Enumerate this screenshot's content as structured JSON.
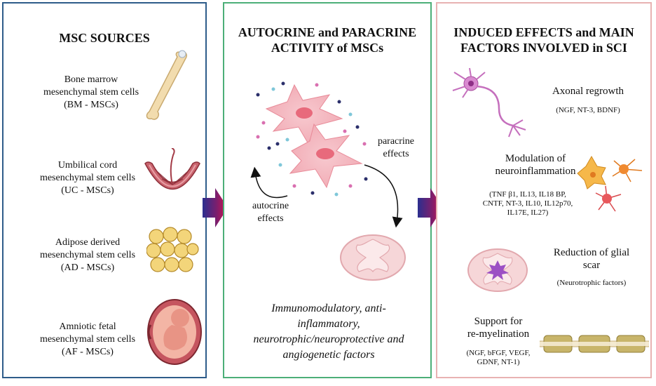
{
  "panels": {
    "sources": {
      "title": "MSC SOURCES",
      "items": [
        {
          "line1": "Bone marrow",
          "line2": "mesenchymal stem cells",
          "line3": "(BM - MSCs)",
          "icon": "bone-icon"
        },
        {
          "line1": "Umbilical cord",
          "line2": "mesenchymal stem cells",
          "line3": "(UC - MSCs)",
          "icon": "umbilical-cord-icon"
        },
        {
          "line1": "Adipose derived",
          "line2": "mesenchymal stem cells",
          "line3": "(AD - MSCs)",
          "icon": "adipose-icon"
        },
        {
          "line1": "Amniotic fetal",
          "line2": "mesenchymal stem cells",
          "line3": "(AF - MSCs)",
          "icon": "fetus-icon"
        }
      ]
    },
    "activity": {
      "title_line1": "AUTOCRINE and PARACRINE",
      "title_line2": "ACTIVITY of MSCs",
      "paracrine_line1": "paracrine",
      "paracrine_line2": "effects",
      "autocrine_line1": "autocrine",
      "autocrine_line2": "effects",
      "factors_line1": "Immunomodulatory, anti-",
      "factors_line2": "inflammatory,",
      "factors_line3": "neurotrophic/neuroprotective and",
      "factors_line4": "angiogenetic factors"
    },
    "effects": {
      "title_line1": "INDUCED EFFECTS and MAIN",
      "title_line2": "FACTORS INVOLVED in SCI",
      "items": [
        {
          "label": "Axonal regrowth",
          "factors": "(NGF, NT-3, BDNF)",
          "icon": "neuron-icon"
        },
        {
          "label_line1": "Modulation of",
          "label_line2": "neuroinflammation",
          "factors_line1": "(TNF β1, IL13, IL18 BP,",
          "factors_line2": "CNTF, NT-3, IL10, IL12p70,",
          "factors_line3": "IL17E, IL27)",
          "icon": "glial-cells-icon"
        },
        {
          "label_line1": "Reduction of glial",
          "label_line2": "scar",
          "factors": "(Neurotrophic factors)",
          "icon": "spinal-cord-scar-icon"
        },
        {
          "label_line1": "Support for",
          "label_line2": "re-myelination",
          "factors_line1": "(NGF, bFGF, VEGF,",
          "factors_line2": "GDNF, NT-1)",
          "icon": "myelin-icon"
        }
      ]
    }
  },
  "colors": {
    "panel1_border": "#2e5c8a",
    "panel2_border": "#4caf78",
    "panel3_border": "#e8b2b2",
    "arrow_gradient_start": "#2b2f8f",
    "arrow_gradient_end": "#d6104a"
  }
}
